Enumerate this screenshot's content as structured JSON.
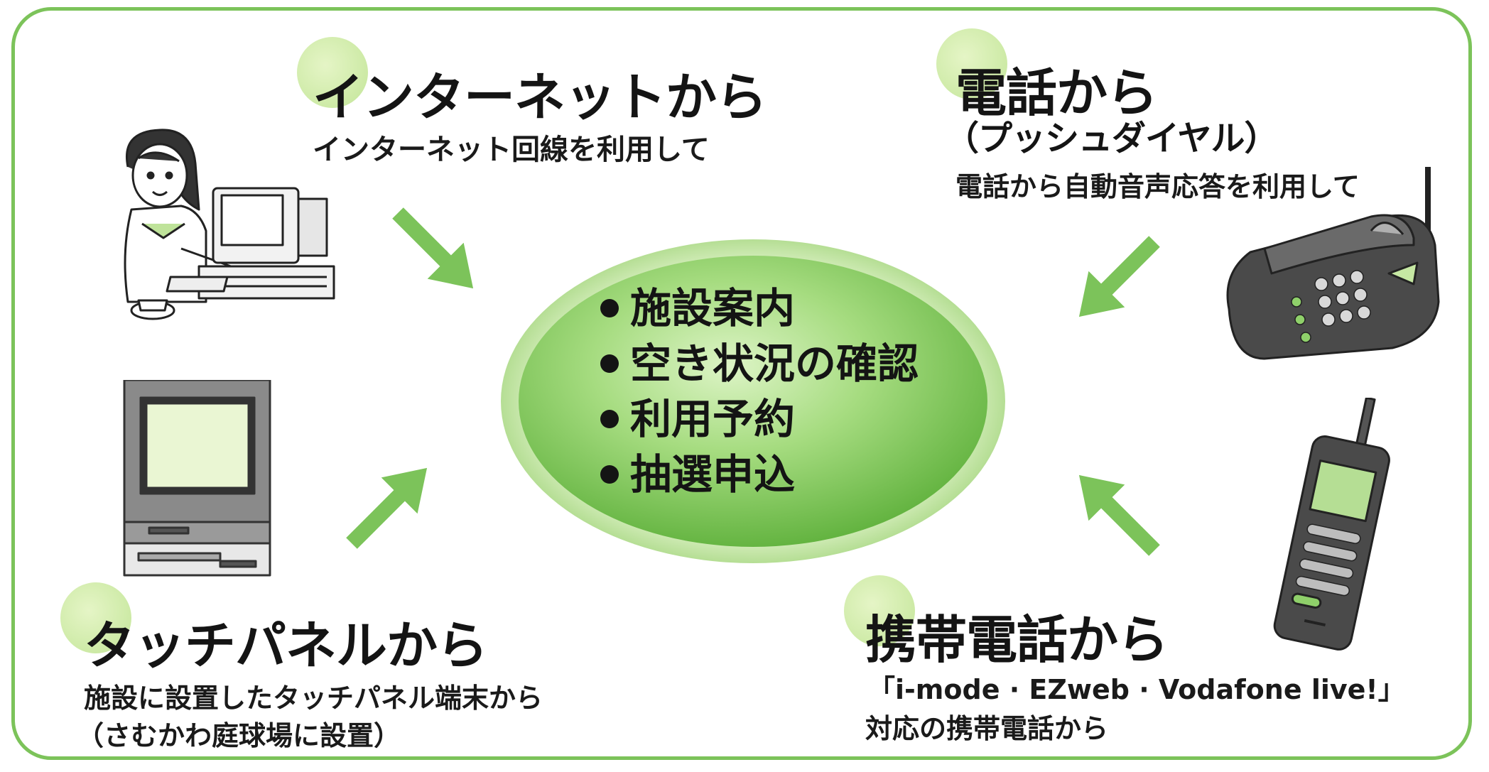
{
  "center": {
    "items": [
      "施設案内",
      "空き状況の確認",
      "利用予約",
      "抽選申込"
    ]
  },
  "internet": {
    "title": "インターネットから",
    "desc": "インターネット回線を利用して"
  },
  "phone": {
    "title": "電話から",
    "title2": "（プッシュダイヤル）",
    "desc": "電話から自動音声応答を利用して"
  },
  "touch_panel": {
    "title": "タッチパネルから",
    "desc1": "施設に設置したタッチパネル端末から",
    "desc2": "（さむかわ庭球場に設置）"
  },
  "mobile": {
    "title": "携帯電話から",
    "desc1": "「i-mode · EZweb · Vodafone live!」",
    "desc2": "対応の携帯電話から"
  },
  "colors": {
    "frame": "#7cc35a",
    "arrow": "#7cc35a",
    "ellipse": "#8fd06a",
    "accent_circle": "#cdeaa6"
  }
}
